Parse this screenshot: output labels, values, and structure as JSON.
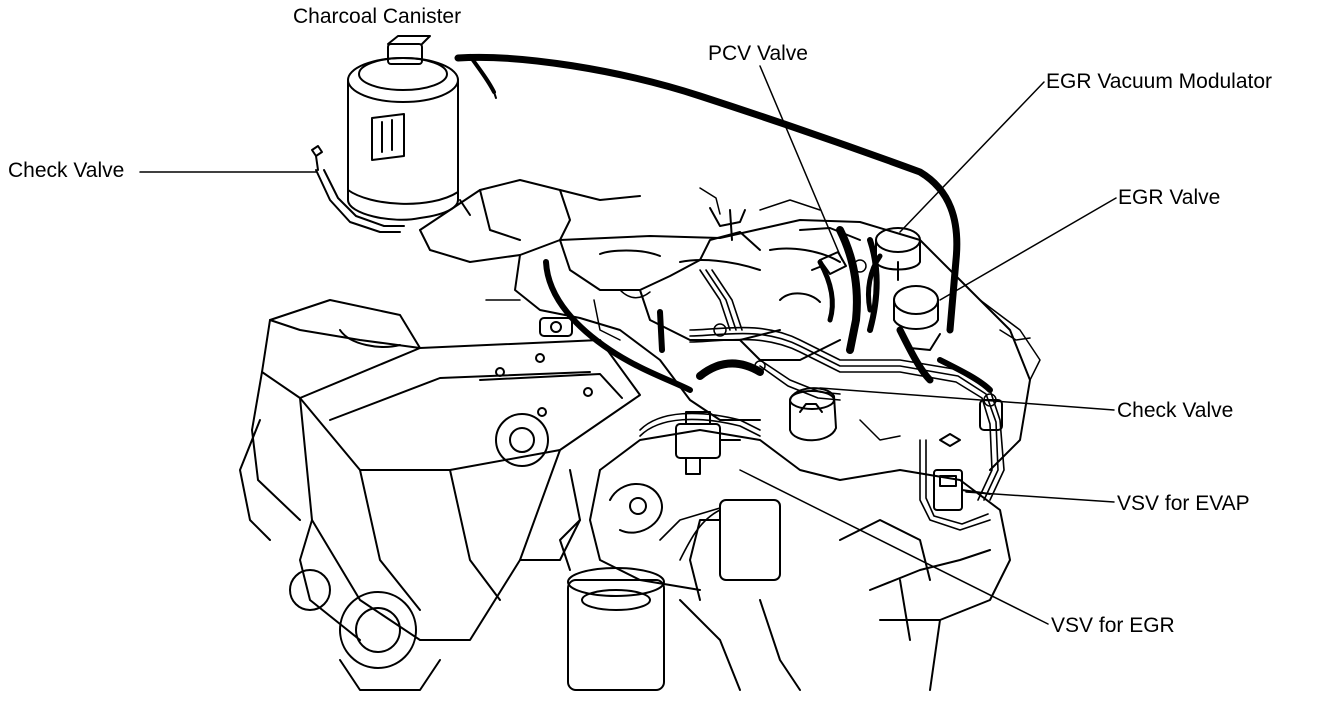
{
  "labels": {
    "charcoal_canister": "Charcoal Canister",
    "check_valve_left": "Check Valve",
    "pcv_valve": "PCV Valve",
    "egr_vacuum_modulator": "EGR Vacuum Modulator",
    "egr_valve": "EGR Valve",
    "check_valve_right": "Check Valve",
    "vsv_for_evap": "VSV for EVAP",
    "vsv_for_egr": "VSV for EGR"
  },
  "colors": {
    "ink": "#000000",
    "background": "#ffffff"
  }
}
